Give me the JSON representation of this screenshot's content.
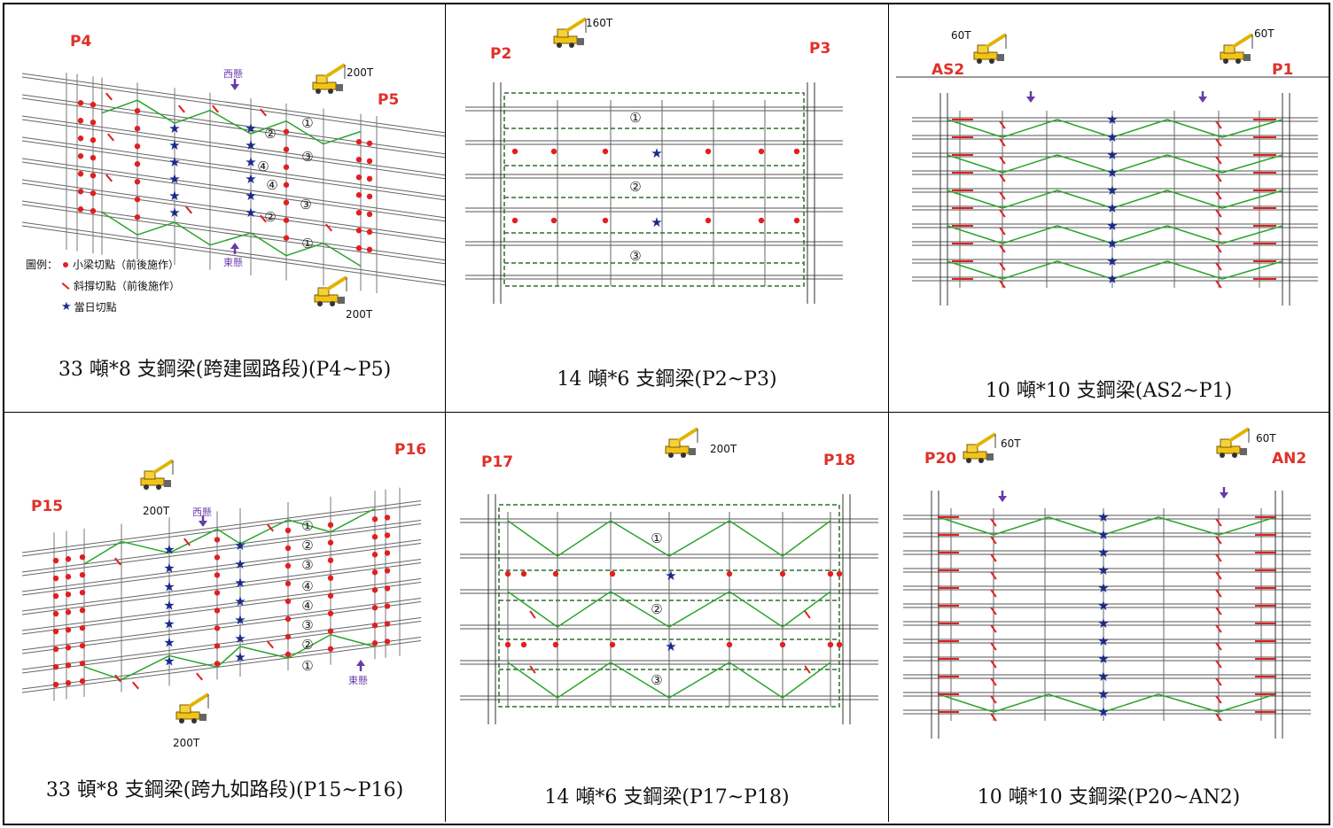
{
  "legend": {
    "title": "圖例：",
    "items": [
      {
        "symbol": "dot",
        "label": "小梁切點（前後施作）"
      },
      {
        "symbol": "dash",
        "label": "斜撐切點（前後施作）"
      },
      {
        "symbol": "star",
        "label": "當日切點"
      }
    ]
  },
  "colors": {
    "pier": "#e0302a",
    "cut_dot": "#e02020",
    "star": "#1a2a8a",
    "brace": "#2aa52a",
    "frame": "#2f6e2f",
    "arrow": "#6a3aa8"
  },
  "panels": [
    {
      "id": "p4-p5",
      "caption": "33 噸*8 支鋼梁(跨建國路段)(P4~P5)",
      "piers": [
        "P4",
        "P5"
      ],
      "cranes": [
        "200T",
        "200T"
      ],
      "directions": [
        "西懸",
        "東懸"
      ],
      "beam_labels": [
        "①",
        "②",
        "③",
        "④",
        "④",
        "③",
        "②",
        "①"
      ]
    },
    {
      "id": "p2-p3",
      "caption": "14 噸*6 支鋼梁(P2~P3)",
      "piers": [
        "P2",
        "P3"
      ],
      "cranes": [
        "160T"
      ],
      "beam_labels": [
        "①",
        "②",
        "③"
      ]
    },
    {
      "id": "as2-p1",
      "caption": "10 噸*10 支鋼梁(AS2~P1)",
      "piers": [
        "AS2",
        "P1"
      ],
      "cranes": [
        "60T",
        "60T"
      ]
    },
    {
      "id": "p15-p16",
      "caption": "33 頓*8 支鋼梁(跨九如路段)(P15~P16)",
      "piers": [
        "P15",
        "P16"
      ],
      "cranes": [
        "200T",
        "200T"
      ],
      "directions": [
        "西懸",
        "東懸"
      ],
      "beam_labels": [
        "①",
        "②",
        "③",
        "④",
        "④",
        "③",
        "②",
        "①"
      ]
    },
    {
      "id": "p17-p18",
      "caption": "14 噸*6 支鋼梁(P17~P18)",
      "piers": [
        "P17",
        "P18"
      ],
      "cranes": [
        "200T"
      ],
      "beam_labels": [
        "①",
        "②",
        "③"
      ]
    },
    {
      "id": "p20-an2",
      "caption": "10 噸*10 支鋼梁(P20~AN2)",
      "piers": [
        "P20",
        "AN2"
      ],
      "cranes": [
        "60T",
        "60T"
      ]
    }
  ]
}
